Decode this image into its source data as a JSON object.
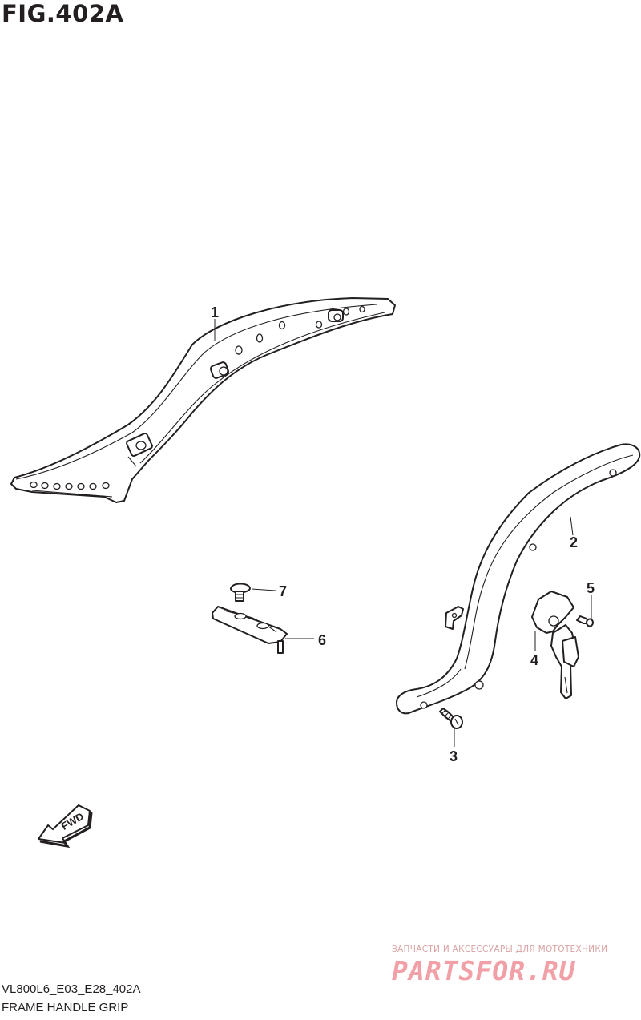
{
  "figure": {
    "title": "FIG.402A",
    "model_code": "VL800L6_E03_E28_402A",
    "name": "FRAME HANDLE GRIP"
  },
  "callouts": [
    {
      "id": "1"
    },
    {
      "id": "2"
    },
    {
      "id": "3"
    },
    {
      "id": "4"
    },
    {
      "id": "5"
    },
    {
      "id": "6"
    },
    {
      "id": "7"
    }
  ],
  "direction_arrow": {
    "label": "FWD"
  },
  "watermark": {
    "tagline": "ЗАПЧАСТИ И АКСЕССУАРЫ ДЛЯ МОТОТЕХНИКИ",
    "brand": "PARTSFOR.RU"
  },
  "colors": {
    "line": "#231f20",
    "watermark": "#f0a0a6"
  }
}
